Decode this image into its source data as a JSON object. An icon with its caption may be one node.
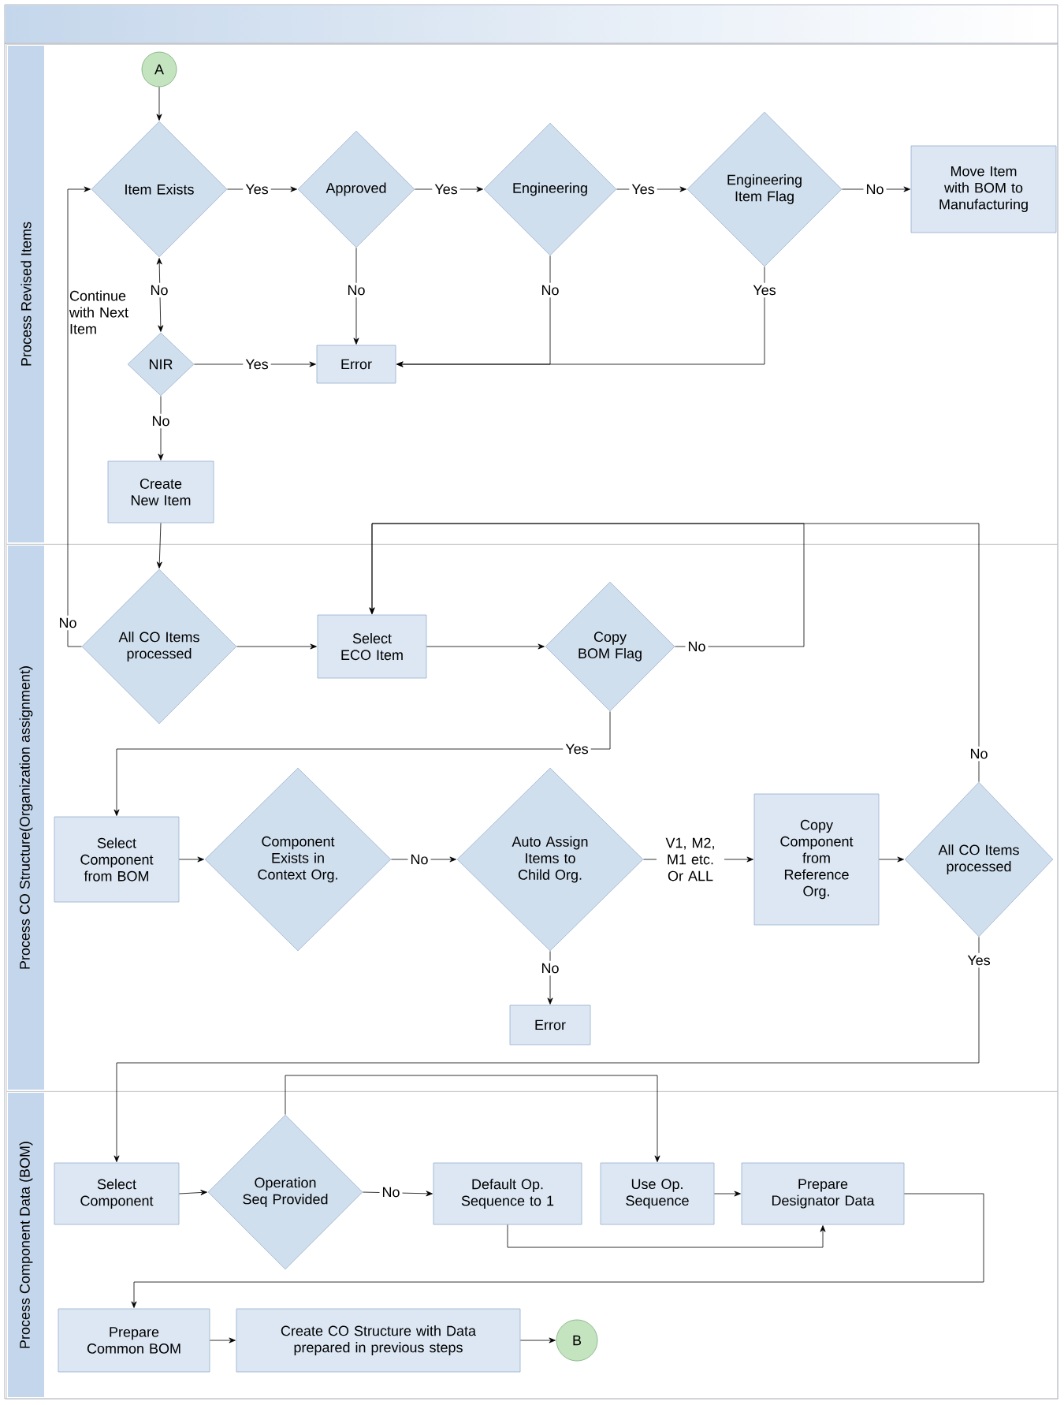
{
  "diagram": {
    "nodes": [
      {
        "text": [
          "Process Revised Items"
        ]
      },
      {
        "text": [
          "Process CO Structure(Organization assignment)"
        ]
      },
      {
        "text": [
          "Process Component Data (BOM)"
        ]
      },
      {
        "text": [
          "A"
        ],
        "in": 0
      },
      {
        "text": [
          "Item Exists"
        ],
        "in": 0
      },
      {
        "text": [
          "Approved"
        ],
        "in": 0
      },
      {
        "text": [
          "Engineering"
        ],
        "in": 0
      },
      {
        "text": [
          "Engineering Item Flag"
        ],
        "in": 0
      },
      {
        "text": [
          "Move Item with BOM to Manufacturing"
        ],
        "in": 0
      },
      {
        "text": [
          "NIR"
        ],
        "in": 0
      },
      {
        "text": [
          "Error"
        ],
        "in": 0
      },
      {
        "text": [
          "Create New Item"
        ],
        "in": 0
      },
      {
        "text": [
          "All CO Items processed"
        ],
        "in": 1
      },
      {
        "text": [
          "Select ECO Item"
        ],
        "in": 1
      },
      {
        "text": [
          "Copy BOM Flag"
        ],
        "in": 1
      },
      {
        "text": [
          "Select Component from BOM"
        ],
        "in": 1
      },
      {
        "text": [
          "Component Exists in Context Org."
        ],
        "in": 1
      },
      {
        "text": [
          "Auto Assign Items to Child Org."
        ],
        "in": 1
      },
      {
        "text": [
          "Copy Component from Reference Org."
        ],
        "in": 1
      },
      {
        "text": [
          "All CO Items processed"
        ],
        "in": 1
      },
      {
        "text": [
          "Error"
        ],
        "in": 1
      },
      {
        "text": [
          "Select Component"
        ],
        "in": 2
      },
      {
        "text": [
          "Operation Seq Provided"
        ],
        "in": 2
      },
      {
        "text": [
          "Default Op. Sequence to 1"
        ],
        "in": 2
      },
      {
        "text": [
          "Use Op. Sequence"
        ],
        "in": 2
      },
      {
        "text": [
          "Prepare Designator Data"
        ],
        "in": 2
      },
      {
        "text": [
          "Prepare Common BOM"
        ],
        "in": 2
      },
      {
        "text": [
          "Create CO Structure with Data prepared in previous steps"
        ],
        "in": 2
      },
      {
        "text": [
          "B"
        ],
        "in": 2
      }
    ],
    "edges": [
      {
        "from": 3,
        "to": 4,
        "arrow": "to"
      },
      {
        "from": 4,
        "to": 5,
        "arrow": "to",
        "label": "Yes"
      },
      {
        "from": 5,
        "to": 6,
        "arrow": "to",
        "label": "Yes"
      },
      {
        "from": 6,
        "to": 7,
        "arrow": "to",
        "label": "Yes"
      },
      {
        "from": 7,
        "to": 8,
        "arrow": "to",
        "label": "No"
      },
      {
        "from": 4,
        "to": 9,
        "arrow": "both",
        "label": "No"
      },
      {
        "from": 5,
        "to": 10,
        "arrow": "to",
        "label": "No"
      },
      {
        "from": 6,
        "to": 10,
        "arrow": "to",
        "label": "No"
      },
      {
        "from": 7,
        "to": 10,
        "arrow": "to",
        "label": "Yes"
      },
      {
        "from": 9,
        "to": 10,
        "arrow": "to",
        "label": "Yes"
      },
      {
        "from": 9,
        "to": 11,
        "arrow": "to",
        "label": "No"
      },
      {
        "from": 11,
        "to": 12,
        "arrow": "to"
      },
      {
        "from": 12,
        "to": 4,
        "arrow": "to",
        "label": "No"
      },
      {
        "from": 12,
        "to": 13,
        "arrow": "to"
      },
      {
        "from": 13,
        "to": 14,
        "arrow": "to"
      },
      {
        "from": 14,
        "to": 13,
        "arrow": "to",
        "label": "No"
      },
      {
        "from": 19,
        "to": 13,
        "arrow": "to",
        "label": "No"
      },
      {
        "from": 14,
        "to": 15,
        "arrow": "to",
        "label": "Yes"
      },
      {
        "from": 15,
        "to": 16,
        "arrow": "to"
      },
      {
        "from": 16,
        "to": 17,
        "arrow": "to",
        "label": "No"
      },
      {
        "from": 17,
        "to": 18,
        "arrow": "to",
        "label": "V1, M2, M1 etc. Or ALL"
      },
      {
        "from": 18,
        "to": 19,
        "arrow": "to"
      },
      {
        "from": 17,
        "to": 20,
        "arrow": "to",
        "label": "No"
      },
      {
        "from": 19,
        "to": 21,
        "arrow": "to",
        "label": "Yes"
      },
      {
        "from": 21,
        "to": 22,
        "arrow": "to"
      },
      {
        "from": 22,
        "to": 23,
        "arrow": "to",
        "label": "No"
      },
      {
        "from": 22,
        "to": 24,
        "arrow": "to"
      },
      {
        "from": 24,
        "to": 25,
        "arrow": "to"
      },
      {
        "from": 23,
        "to": 25,
        "arrow": "to"
      },
      {
        "from": 25,
        "to": 26,
        "arrow": "to"
      },
      {
        "from": 26,
        "to": 27,
        "arrow": "to"
      },
      {
        "from": 27,
        "to": 28,
        "arrow": "to"
      }
    ],
    "labels": [
      "Continue with Next Item"
    ]
  }
}
